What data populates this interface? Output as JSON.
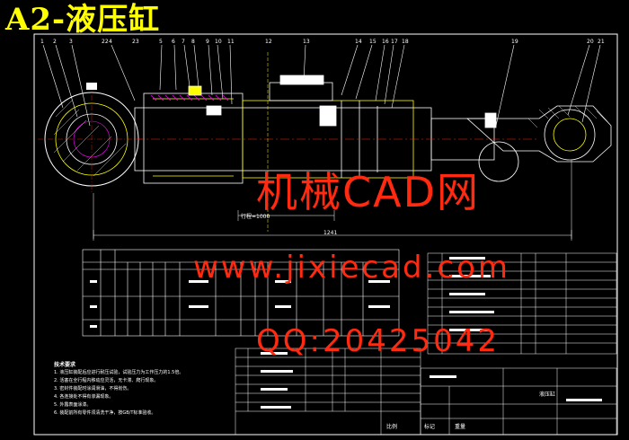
{
  "title": "A2-液压缸",
  "watermarks": [
    "机械CAD网",
    "www.jixiecad.com",
    "QQ:20425042"
  ],
  "notes_title": "技术要求",
  "notes": [
    "1. 液压缸装配后应进行耐压试验，试验压力为工作压力的1.5倍。",
    "2. 活塞在全行程内移动应灵活，无卡滞、爬行现象。",
    "3. 密封件装配时涂润滑油，不得划伤。",
    "4. 各连接处不得有渗漏现象。",
    "5. 外露表面涂漆。",
    "6. 装配前所有零件须清洗干净，按GB/T标准验收。"
  ],
  "part_numbers_top": [
    "1",
    "2",
    "3",
    "4",
    "5",
    "6",
    "7",
    "8",
    "9",
    "10",
    "11",
    "12",
    "13",
    "14",
    "15",
    "16",
    "17",
    "18",
    "19",
    "20",
    "21",
    "22",
    "23"
  ],
  "dims": {
    "stroke": "行程=1000",
    "total": "1241"
  },
  "colors": {
    "yellow": "#ffff00",
    "white": "#ffffff",
    "red": "#ff2a10",
    "magenta": "#ff00ff",
    "cyan": "#00ffff",
    "green": "#00ff00"
  },
  "title_block": {
    "name": "液压缸",
    "label1": "标记",
    "label2": "比例",
    "label3": "重量"
  }
}
